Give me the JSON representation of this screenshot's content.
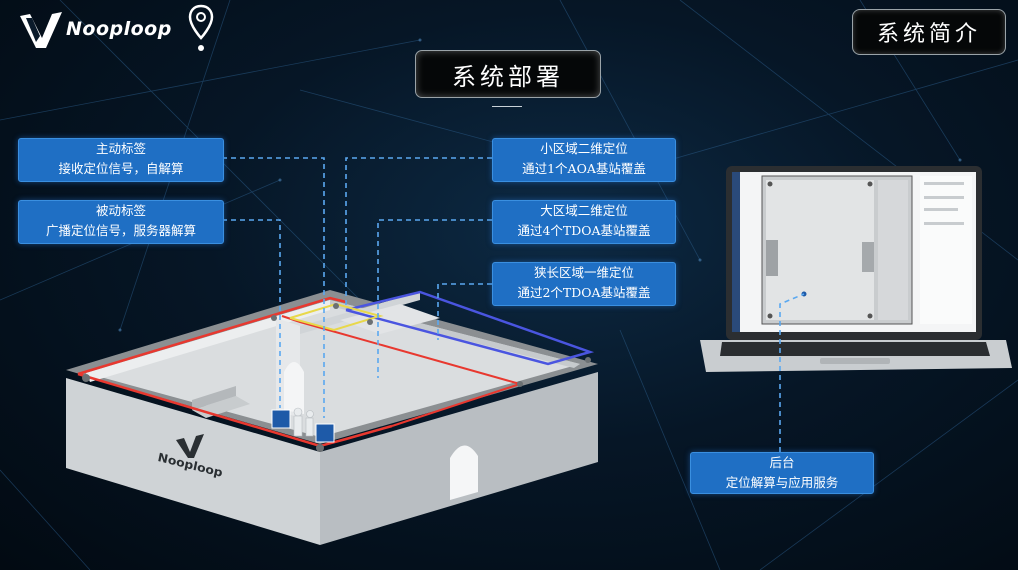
{
  "brand": {
    "name": "Nooploop",
    "logo_mark": "N-logo",
    "pin_icon": "location-pin-icon"
  },
  "header": {
    "intro_button": "系统简介",
    "section_title": "系统部署"
  },
  "labels": {
    "active_tag": {
      "line1": "主动标签",
      "line2": "接收定位信号，自解算"
    },
    "passive_tag": {
      "line1": "被动标签",
      "line2": "广播定位信号，服务器解算"
    },
    "small_area": {
      "line1": "小区域二维定位",
      "line2": "通过1个AOA基站覆盖"
    },
    "large_area": {
      "line1": "大区域二维定位",
      "line2": "通过4个TDOA基站覆盖"
    },
    "narrow_area": {
      "line1": "狭长区域一维定位",
      "line2": "通过2个TDOA基站覆盖"
    },
    "backend": {
      "line1": "后台",
      "line2": "定位解算与应用服务"
    }
  },
  "building_logo": "Nooploop",
  "colors": {
    "label_bg": "#1f6fc4",
    "red_zone": "#e8382f",
    "blue_zone": "#4a55e0",
    "yellow_zone": "#e8d84a",
    "dashed": "#5aa8f0"
  }
}
